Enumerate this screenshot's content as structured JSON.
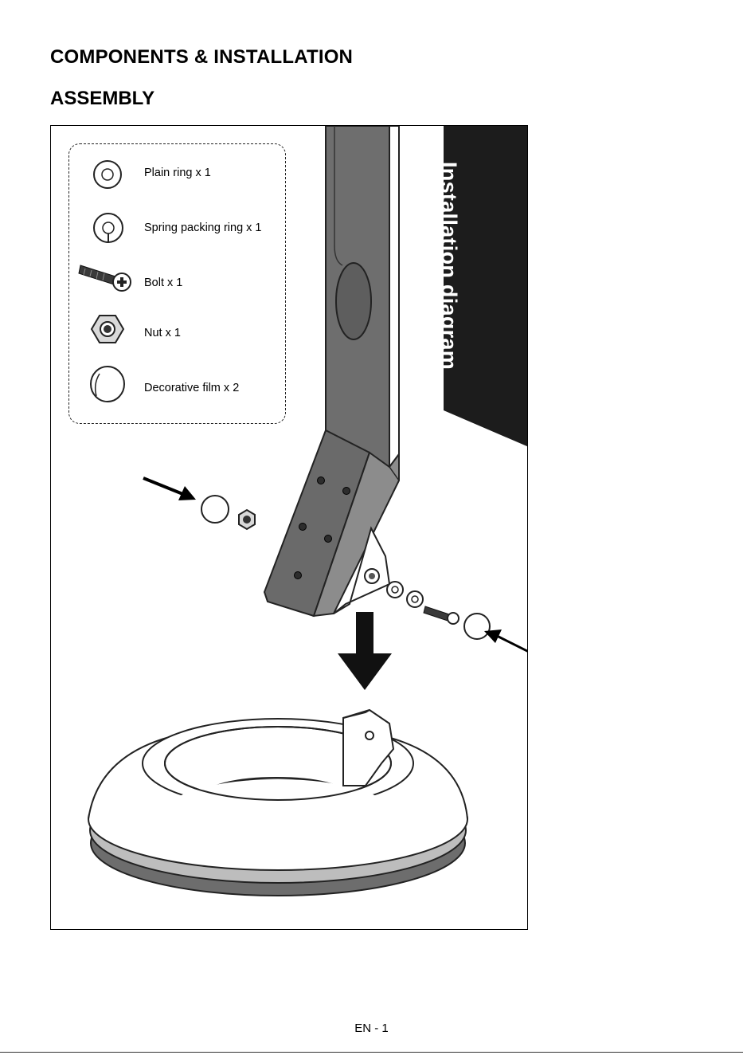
{
  "header": {
    "title": "COMPONENTS & INSTALLATION",
    "subtitle": "ASSEMBLY"
  },
  "parts": [
    {
      "label": "Plain ring x 1",
      "icon": "plain-ring-icon"
    },
    {
      "label": "Spring packing ring x 1",
      "icon": "spring-ring-icon"
    },
    {
      "label": "Bolt x 1",
      "icon": "bolt-icon"
    },
    {
      "label": "Nut x 1",
      "icon": "nut-icon"
    },
    {
      "label": "Decorative film x 2",
      "icon": "decorative-film-icon"
    }
  ],
  "banner": {
    "label": "Installation diagram"
  },
  "footer": {
    "page": "EN - 1"
  }
}
